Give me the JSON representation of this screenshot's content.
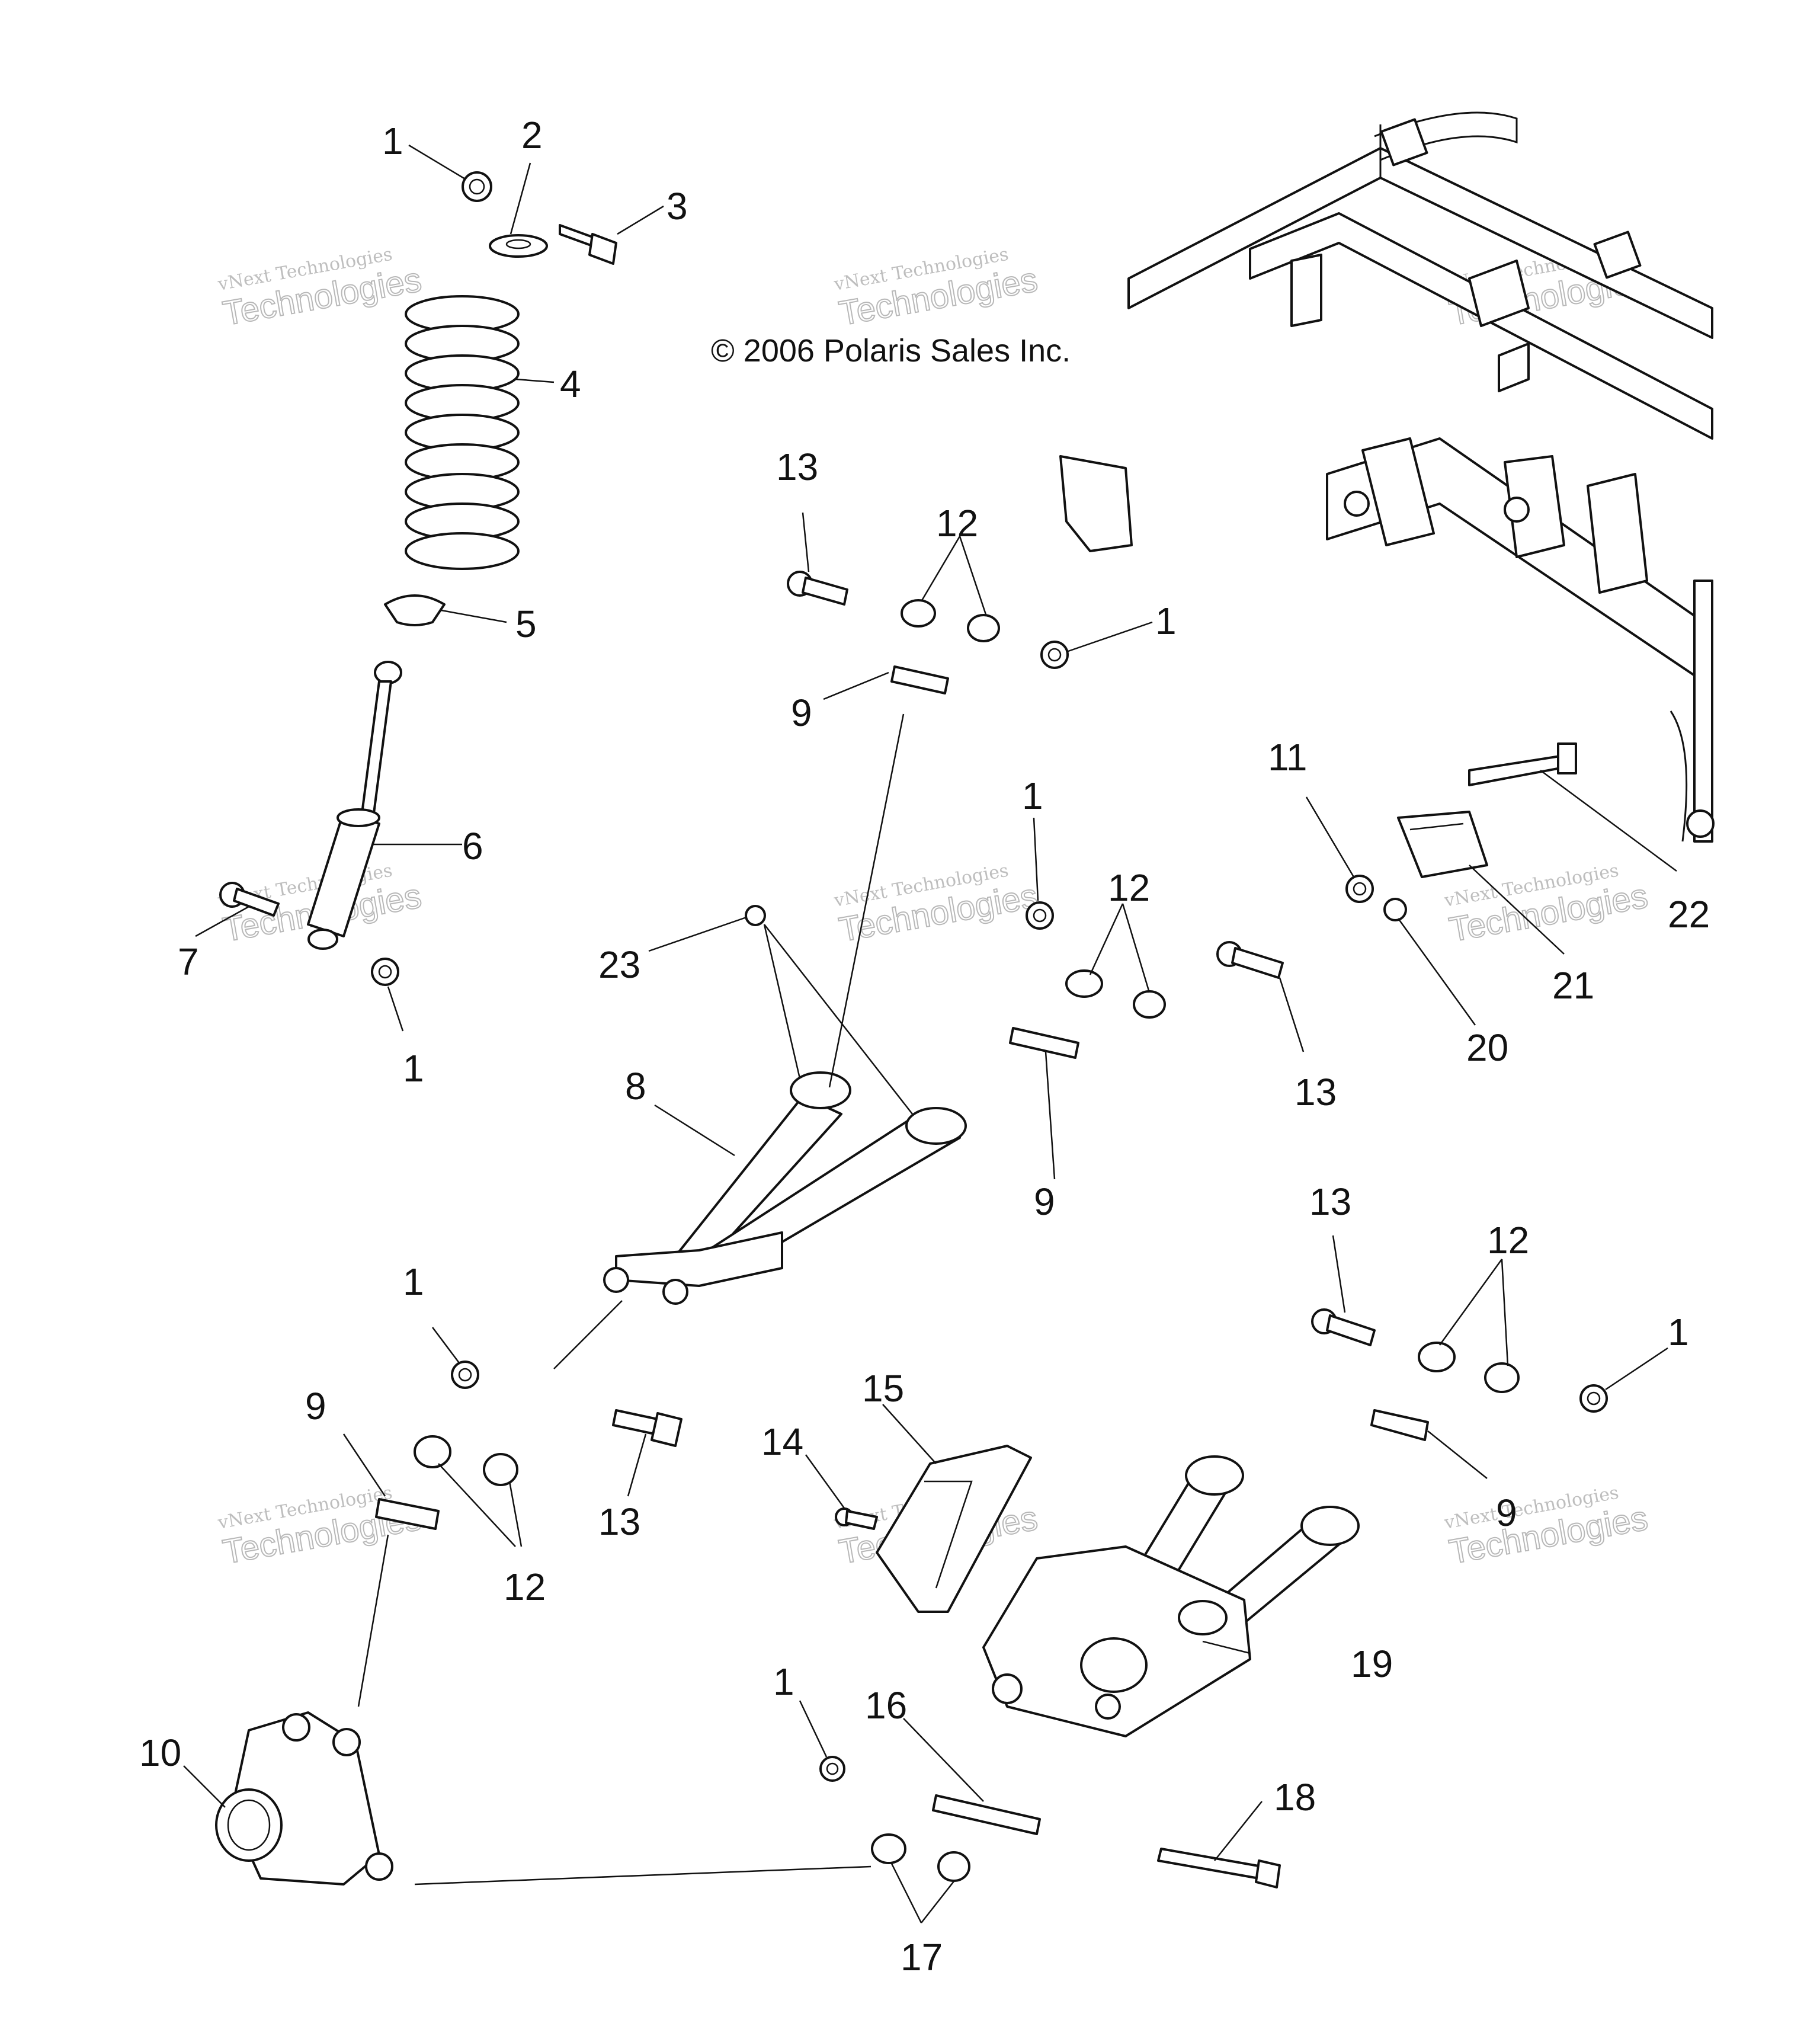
{
  "copyright": "© 2006 Polaris Sales Inc.",
  "watermark": {
    "line1": "vNext Technologies",
    "line2": "Technologies",
    "top": "vNext"
  },
  "callouts": [
    "1",
    "2",
    "3",
    "4",
    "5",
    "6",
    "7",
    "1",
    "13",
    "12",
    "1",
    "9",
    "1",
    "12",
    "13",
    "23",
    "8",
    "9",
    "11",
    "22",
    "21",
    "20",
    "13",
    "12",
    "1",
    "9",
    "1",
    "9",
    "12",
    "13",
    "14",
    "15",
    "19",
    "10",
    "1",
    "16",
    "18",
    "17"
  ]
}
